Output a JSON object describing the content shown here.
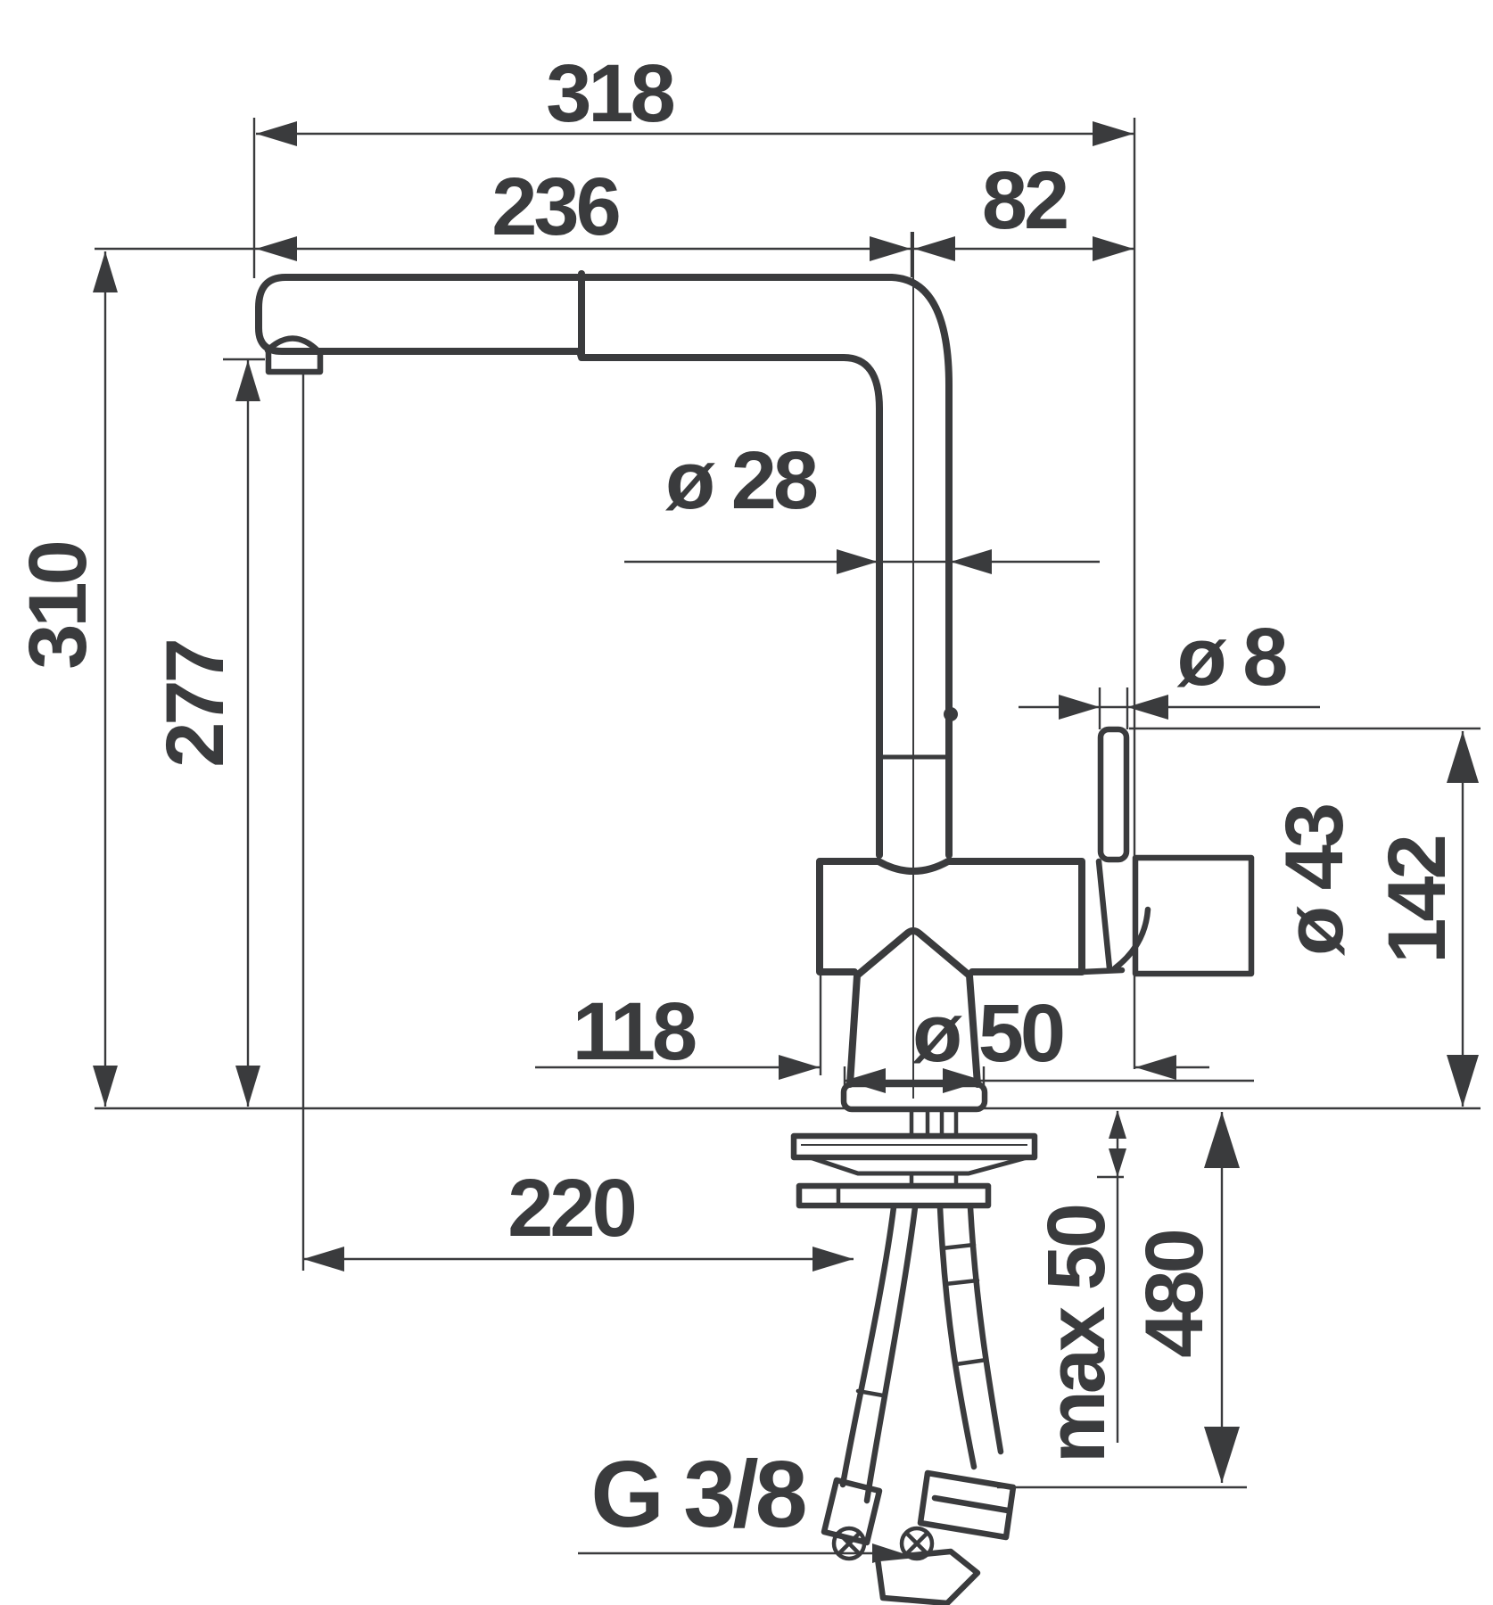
{
  "drawing": {
    "type": "technical-dimension-drawing",
    "subject": "kitchen mixer tap with pull-out spray, side lever and G 3/8 hoses"
  },
  "colors": {
    "ink": "#3a3b3d",
    "background": "#ffffff"
  },
  "labels": {
    "width_total": "318",
    "width_spout": "236",
    "width_lever": "82",
    "height_total": "310",
    "height_spout": "277",
    "dia_pipe": "ø 28",
    "dia_lever": "ø 8",
    "dia_side_body": "ø 43",
    "height_lever": "142",
    "width_body": "118",
    "dia_base": "ø 50",
    "reach_aerator": "220",
    "max_counter": "max 50",
    "hose_length": "480",
    "thread": "G 3/8"
  }
}
